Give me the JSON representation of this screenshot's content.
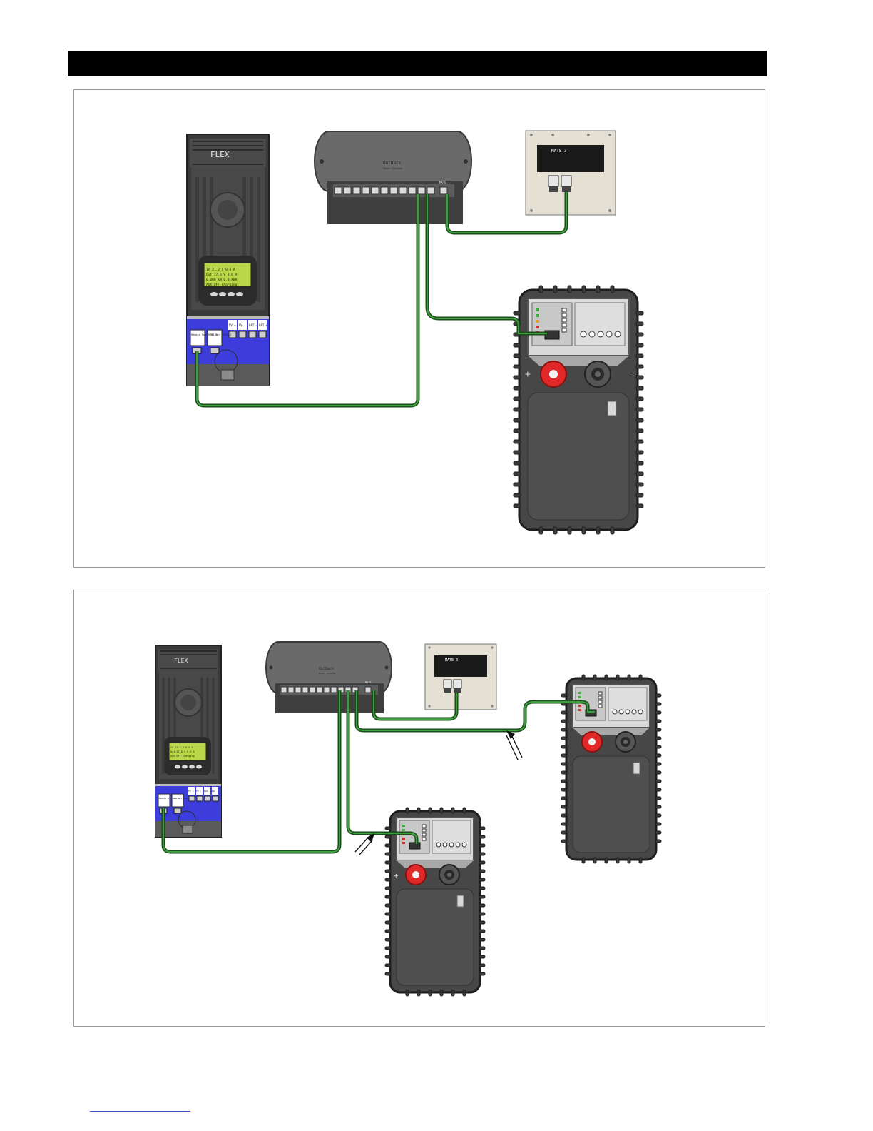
{
  "header": {
    "title": ""
  },
  "devices": {
    "controller_brand": "FLEX",
    "lcd_line1": "In  21.2 V    0.0 A",
    "lcd_line2": "Out 27.8 V    0.0 A",
    "lcd_line3": "   0.000 kW    0.0 kWH",
    "lcd_line4": "AUX   OFF    Charging",
    "remote_port_label": "Remote Port (RJ45)",
    "rts_port_label": "RTS Port (RJ11)",
    "pv_plus": "PV +",
    "pv_minus": "PV -",
    "bat_minus": "BAT -",
    "bat_plus": "BAT +",
    "hub_brand": "OutBack",
    "hub_subtitle": "Power Systems",
    "hub_mate_port": "MATE",
    "mate_title": "MATE 3",
    "plus_sign": "+",
    "minus_sign": "-"
  },
  "colors": {
    "cable_outer": "#1d4d1d",
    "cable_inner": "#3f9c3f",
    "device_dark": "#4e4e4e",
    "controller_blue": "#3d3ddc",
    "terminal_red": "#e02828"
  }
}
